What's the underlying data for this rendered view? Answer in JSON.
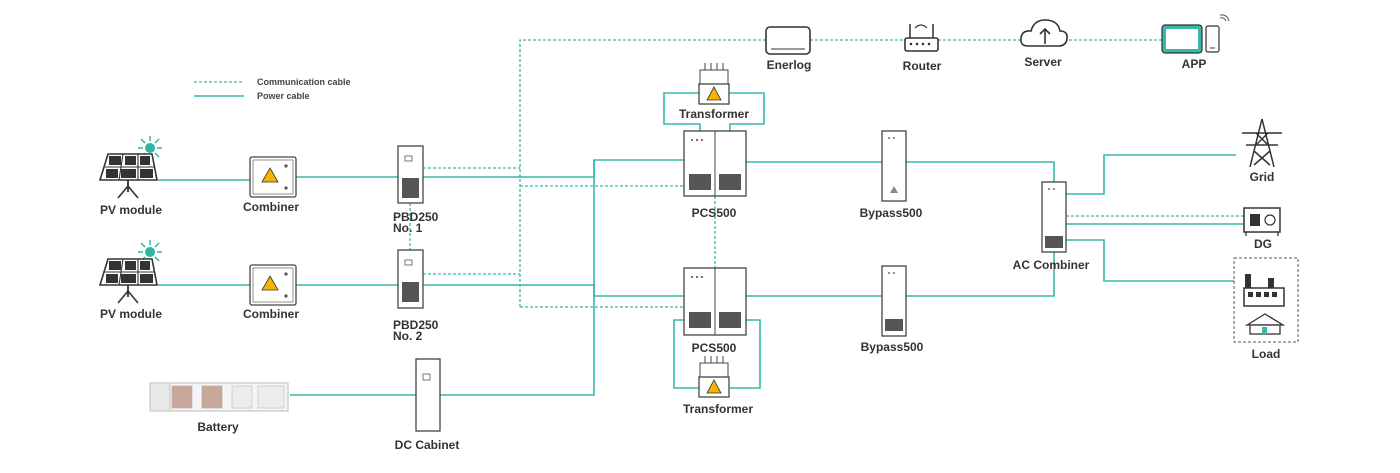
{
  "legend": {
    "communication": "Communication cable",
    "power": "Power cable"
  },
  "labels": {
    "pv1": "PV module",
    "pv2": "PV module",
    "combiner1": "Combiner",
    "combiner2": "Combiner",
    "pbd1_line1": "PBD250",
    "pbd1_line2": "No. 1",
    "pbd2_line1": "PBD250",
    "pbd2_line2": "No. 2",
    "battery": "Battery",
    "dc_cabinet": "DC Cabinet",
    "transformer_top": "Transformer",
    "transformer_bottom": "Transformer",
    "pcs_top": "PCS500",
    "pcs_bottom": "PCS500",
    "bypass_top": "Bypass500",
    "bypass_bottom": "Bypass500",
    "ac_combiner": "AC Combiner",
    "grid": "Grid",
    "dg": "DG",
    "load": "Load",
    "enerlog": "Enerlog",
    "router": "Router",
    "server": "Server",
    "app": "APP"
  },
  "colors": {
    "cable": "#38b8a8",
    "accent_warning": "#f5b400",
    "sun": "#2fb5a0"
  }
}
